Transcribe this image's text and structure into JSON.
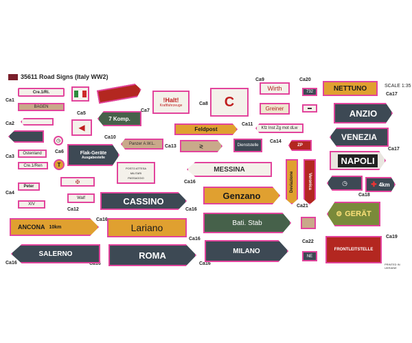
{
  "header": {
    "title": "35611 Road Signs (Italy WW2)",
    "scale": "SCALE 1:35",
    "footer": "PRINTED IN UKRAINE"
  },
  "labels": {
    "ca1": "Ca1",
    "ca2": "Ca2",
    "ca3": "Ca3",
    "ca4": "Ca4",
    "ca5": "Ca5",
    "ca6": "Ca6",
    "ca7": "Ca7",
    "ca8": "Ca8",
    "ca9": "Ca9",
    "ca10": "Ca10",
    "ca11": "Ca11",
    "ca12": "Ca12",
    "ca13": "Ca13",
    "ca14": "Ca14",
    "ca16": "Ca16",
    "ca17": "Ca17",
    "ca18": "Ca18",
    "ca19": "Ca19",
    "ca20": "Ca20",
    "ca21": "Ca21",
    "ca22": "Ca22"
  },
  "signs": {
    "cre1": "Cre.1/Ri.",
    "bagen": "BAGEN",
    "ostenland": "Ostenland",
    "cre1r": "Cre.1/Ren",
    "peter": "Peter",
    "xiv": "XIV",
    "halt": "!Halt!",
    "kraftfahrzeuge": "Kraftfahrzeuge",
    "komp": "7 Komp.",
    "flak1": "Flak-Geräte",
    "flak2": "Ausgabestelle",
    "panzer": "Panzer A.W.L.",
    "posto1": "POSTO ATTESA",
    "posto2": "MILITARI",
    "posto3": "PASSAGGIO",
    "walf": "Walf",
    "feldpost": "Feldpost",
    "dienststelle": "Dienststelle",
    "wirth": "Wirth",
    "greiner": "Greiner",
    "kfz": "Kfz Inst Zg mot dLw",
    "zp": "ZP",
    "n732": "732",
    "messina": "MESSINA",
    "genzano": "Genzano",
    "bati": "Bati. Stab",
    "milano": "MILANO",
    "cassino": "CASSINO",
    "lariano": "Lariano",
    "roma": "ROMA",
    "ancona": "ANCONA",
    "km10": "10km",
    "salerno": "SALERNO",
    "deviazione": "Deviazione",
    "velocita": "Veronica",
    "nettuno": "NETTUNO",
    "anzio": "ANZIO",
    "venezia": "VENEZIA",
    "napoli": "NAPOLI",
    "km4": "4km",
    "gerat": "GERÄT",
    "frontleitstelle": "FRONTLEITSTELLE",
    "ne": "NE"
  }
}
